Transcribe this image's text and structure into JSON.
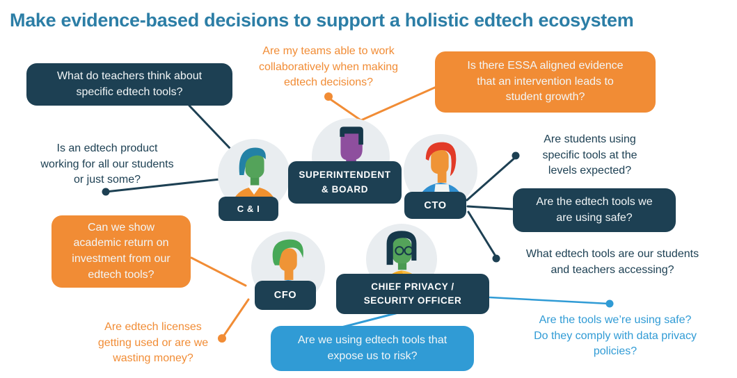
{
  "title": "Make evidence-based decisions to support a holistic edtech ecosystem",
  "colors": {
    "dark_navy": "#1d4053",
    "orange": "#f18c35",
    "blue": "#309bd5",
    "title_teal": "#2c7ea6",
    "avatar_circle_bg": "#e9edf0"
  },
  "roles": {
    "c_and_i": {
      "label": "C & I"
    },
    "superintendent": {
      "label": "SUPERINTENDENT\n& BOARD"
    },
    "cto": {
      "label": "CTO"
    },
    "cfo": {
      "label": "CFO"
    },
    "privacy": {
      "label": "CHIEF PRIVACY /\nSECURITY OFFICER"
    }
  },
  "questions": {
    "teacher_opinions": {
      "text": "What do teachers think about\nspecific edtech tools?",
      "style": "dark-bubble",
      "asked_to": "C & I"
    },
    "team_collaboration": {
      "text": "Are my teams able to work\ncollaboratively when making\nedtech decisions?",
      "style": "orange-text",
      "asked_to": "SUPERINTENDENT & BOARD"
    },
    "essa_evidence": {
      "text": "Is there ESSA aligned evidence\nthat an intervention leads to\nstudent growth?",
      "style": "orange-bubble",
      "asked_to": "SUPERINTENDENT & BOARD"
    },
    "product_equity": {
      "text": "Is an edtech product\nworking for all our students\nor just some?",
      "style": "dark-text",
      "asked_to": "C & I"
    },
    "usage_levels": {
      "text": "Are students using\nspecific tools at the\nlevels expected?",
      "style": "dark-text",
      "asked_to": "CTO"
    },
    "tools_safety": {
      "text": "Are the edtech tools we\nare using safe?",
      "style": "dark-bubble",
      "asked_to": "CTO"
    },
    "tools_accessed": {
      "text": "What edtech tools are our students\nand teachers accessing?",
      "style": "dark-text",
      "asked_to": "CTO"
    },
    "academic_roi": {
      "text": "Can we show\nacademic return on\ninvestment from our\nedtech tools?",
      "style": "orange-bubble",
      "asked_to": "CFO"
    },
    "license_usage": {
      "text": "Are edtech licenses\ngetting used or are we\nwasting money?",
      "style": "orange-text",
      "asked_to": "CFO"
    },
    "risk_exposure": {
      "text": "Are we using edtech tools that\nexpose us to risk?",
      "style": "blue-bubble",
      "asked_to": "CHIEF PRIVACY / SECURITY OFFICER"
    },
    "privacy_compliance": {
      "text": "Are the tools we’re using safe?\nDo they comply with data privacy\npolicies?",
      "style": "blue-text",
      "asked_to": "CHIEF PRIVACY / SECURITY OFFICER"
    }
  }
}
